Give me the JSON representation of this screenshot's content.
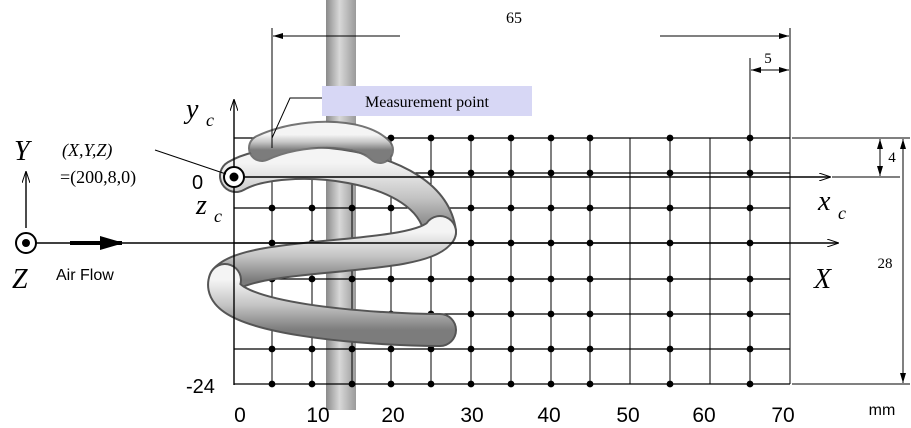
{
  "dimensions": {
    "total_width": "65",
    "spacing": "5",
    "offset": "4",
    "height": "28"
  },
  "labels": {
    "measurement_point": "Measurement point",
    "coord_triplet": "(X,Y,Z)",
    "coord_value": "=(200,8,0)",
    "air_flow": "Air Flow",
    "mm": "mm"
  },
  "axes": {
    "global_y": "Y",
    "global_x": "X",
    "global_z": "Z",
    "local_y": "y",
    "local_x": "x",
    "local_z": "z",
    "local_sub": "c"
  },
  "x_ticks": [
    "0",
    "10",
    "20",
    "30",
    "40",
    "50",
    "60",
    "70"
  ],
  "y_ticks": [
    "0",
    "-24"
  ],
  "colors": {
    "line": "#000000",
    "label_bg": "#d7d7f5",
    "pipe": "#b8b8b8"
  }
}
